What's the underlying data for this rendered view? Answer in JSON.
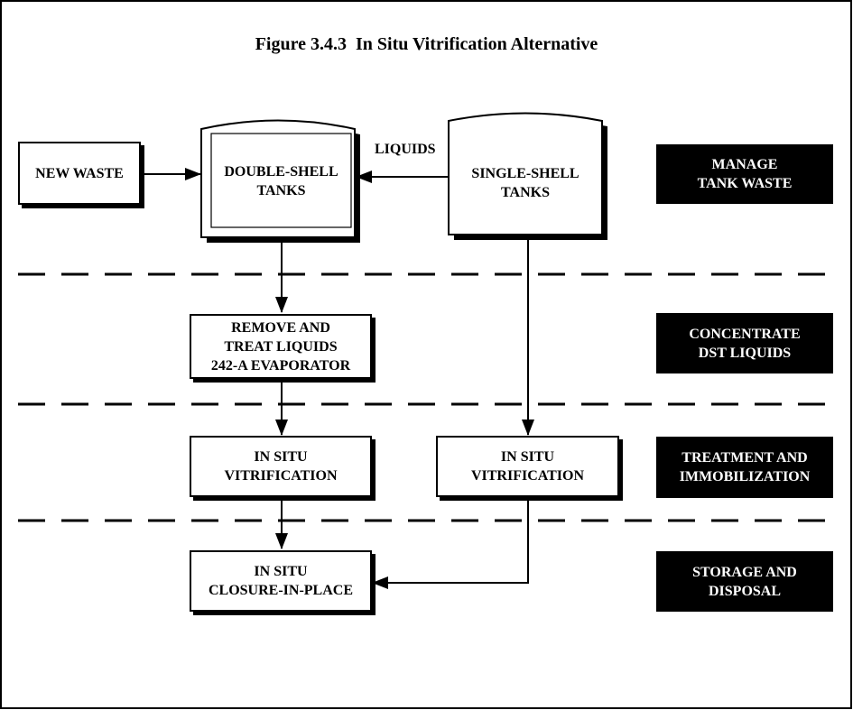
{
  "figure": {
    "title": "Figure 3.4.3  In Situ Vitrification Alternative"
  },
  "process": {
    "new_waste": "NEW WASTE",
    "double_shell": [
      "DOUBLE-SHELL",
      "TANKS"
    ],
    "single_shell": [
      "SINGLE-SHELL",
      "TANKS"
    ],
    "liquids_label": "LIQUIDS",
    "evaporator": [
      "REMOVE AND",
      "TREAT LIQUIDS",
      "242-A EVAPORATOR"
    ],
    "isv_dst": [
      "IN SITU",
      "VITRIFICATION"
    ],
    "isv_sst": [
      "IN SITU",
      "VITRIFICATION"
    ],
    "closure": [
      "IN SITU",
      "CLOSURE-IN-PLACE"
    ]
  },
  "stages": {
    "manage": [
      "MANAGE",
      "TANK WASTE"
    ],
    "concentrate": [
      "CONCENTRATE",
      "DST LIQUIDS"
    ],
    "treatment": [
      "TREATMENT AND",
      "IMMOBILIZATION"
    ],
    "storage": [
      "STORAGE AND",
      "DISPOSAL"
    ]
  },
  "colors": {
    "ink": "#000000",
    "paper": "#ffffff"
  }
}
